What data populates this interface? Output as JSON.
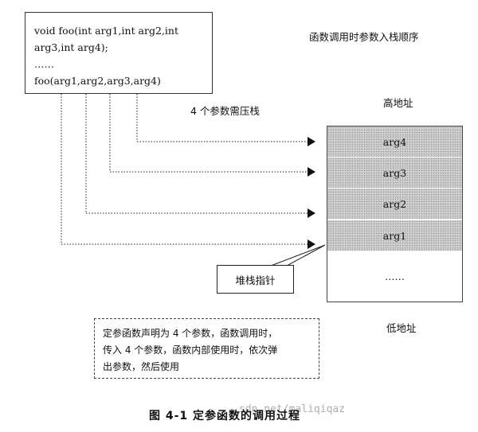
{
  "code": {
    "lines": [
      "void foo(int arg1,int arg2,int",
      "arg3,int arg4);",
      "……",
      "foo(arg1,arg2,arg3,arg4)"
    ]
  },
  "titles": {
    "stack_order": "函数调用时参数入栈顺序",
    "push_label": "4 个参数需压栈",
    "high_address": "高地址",
    "low_address": "低地址"
  },
  "stack": {
    "cells": [
      "arg4",
      "arg3",
      "arg2",
      "arg1"
    ],
    "empty_cell": "……"
  },
  "stack_pointer": "堆栈指针",
  "note": {
    "lines": [
      "定参函数声明为 4 个参数，函数调用时，",
      "传入 4 个参数，函数内部使用时，依次弹",
      "出参数，然后使用"
    ]
  },
  "caption": "图 4-1   定参函数的调用过程",
  "watermark": "sdn.net/maliqiqaz"
}
